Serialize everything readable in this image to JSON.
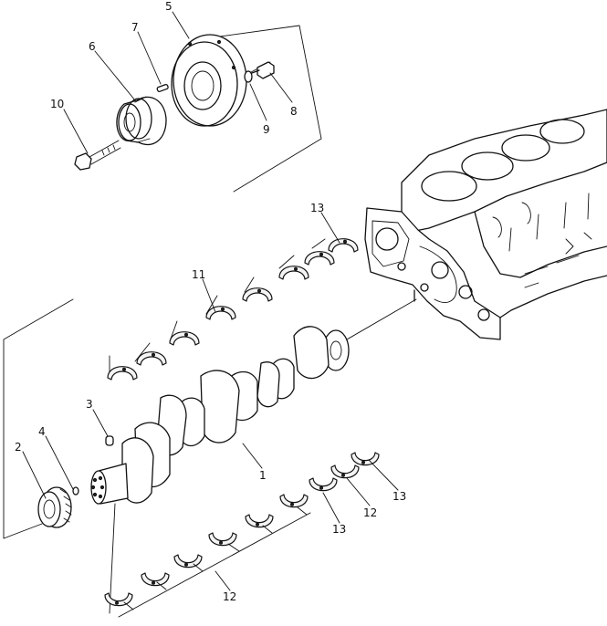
{
  "callouts": [
    {
      "id": "c1",
      "text": "1"
    },
    {
      "id": "c2",
      "text": "2"
    },
    {
      "id": "c3",
      "text": "3"
    },
    {
      "id": "c4",
      "text": "4"
    },
    {
      "id": "c5",
      "text": "5"
    },
    {
      "id": "c6",
      "text": "6"
    },
    {
      "id": "c7",
      "text": "7"
    },
    {
      "id": "c8",
      "text": "8"
    },
    {
      "id": "c9",
      "text": "9"
    },
    {
      "id": "c10",
      "text": "10"
    },
    {
      "id": "c11",
      "text": "11"
    },
    {
      "id": "c12a",
      "text": "12"
    },
    {
      "id": "c12b",
      "text": "12"
    },
    {
      "id": "c13a",
      "text": "13"
    },
    {
      "id": "c13b",
      "text": "13"
    },
    {
      "id": "c13c",
      "text": "13"
    }
  ]
}
